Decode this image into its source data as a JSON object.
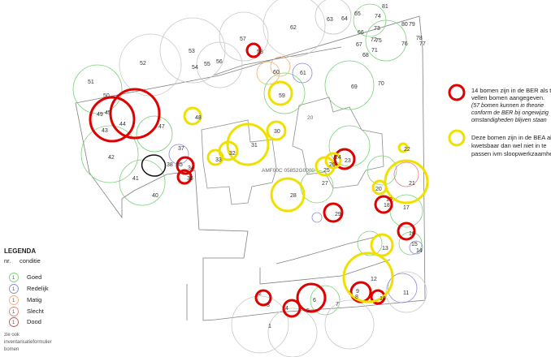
{
  "colors": {
    "good": "#7bd17b",
    "fair": "#8a8ad6",
    "moderate": "#f0b070",
    "bad": "#e08080",
    "dead": "#b06060",
    "remove": "#e00000",
    "vulnerable": "#f0e000",
    "existing": "#c8c8c8",
    "outline": "#808080"
  },
  "map": {
    "building_labels": [
      "20",
      "AMF00C  05852G0000"
    ],
    "trees": [
      {
        "id": "1"
      },
      {
        "id": "2"
      },
      {
        "id": "3"
      },
      {
        "id": "4"
      },
      {
        "id": "5"
      },
      {
        "id": "6"
      },
      {
        "id": "7"
      },
      {
        "id": "8"
      },
      {
        "id": "9"
      },
      {
        "id": "10"
      },
      {
        "id": "11"
      },
      {
        "id": "12"
      },
      {
        "id": "13"
      },
      {
        "id": "14"
      },
      {
        "id": "15"
      },
      {
        "id": "16"
      },
      {
        "id": "17"
      },
      {
        "id": "18"
      },
      {
        "id": "19"
      },
      {
        "id": "20"
      },
      {
        "id": "21"
      },
      {
        "id": "22"
      },
      {
        "id": "23"
      },
      {
        "id": "24"
      },
      {
        "id": "25"
      },
      {
        "id": "26"
      },
      {
        "id": "27"
      },
      {
        "id": "28"
      },
      {
        "id": "29"
      },
      {
        "id": "30"
      },
      {
        "id": "31"
      },
      {
        "id": "32"
      },
      {
        "id": "33"
      },
      {
        "id": "34"
      },
      {
        "id": "35"
      },
      {
        "id": "36"
      },
      {
        "id": "37"
      },
      {
        "id": "38"
      },
      {
        "id": "40"
      },
      {
        "id": "41"
      },
      {
        "id": "42"
      },
      {
        "id": "43"
      },
      {
        "id": "44"
      },
      {
        "id": "45"
      },
      {
        "id": "47"
      },
      {
        "id": "48"
      },
      {
        "id": "49"
      },
      {
        "id": "50"
      },
      {
        "id": "51"
      },
      {
        "id": "52"
      },
      {
        "id": "53"
      },
      {
        "id": "54"
      },
      {
        "id": "55"
      },
      {
        "id": "56"
      },
      {
        "id": "57"
      },
      {
        "id": "58"
      },
      {
        "id": "59"
      },
      {
        "id": "60"
      },
      {
        "id": "61"
      },
      {
        "id": "62"
      },
      {
        "id": "63"
      },
      {
        "id": "64"
      },
      {
        "id": "65"
      },
      {
        "id": "66"
      },
      {
        "id": "67"
      },
      {
        "id": "68"
      },
      {
        "id": "69"
      },
      {
        "id": "70"
      },
      {
        "id": "71"
      },
      {
        "id": "72"
      },
      {
        "id": "73"
      },
      {
        "id": "74"
      },
      {
        "id": "75"
      },
      {
        "id": "76"
      },
      {
        "id": "77"
      },
      {
        "id": "78"
      },
      {
        "id": "79"
      },
      {
        "id": "80"
      },
      {
        "id": "81"
      }
    ]
  },
  "legend": {
    "title": "LEGENDA",
    "col_nr": "nr.",
    "col_condition": "conditie",
    "entries": [
      {
        "nr": "1",
        "label": "Goed"
      },
      {
        "nr": "1",
        "label": "Redelijk"
      },
      {
        "nr": "1",
        "label": "Matig"
      },
      {
        "nr": "1",
        "label": "Slecht"
      },
      {
        "nr": "1",
        "label": "Dood"
      }
    ],
    "footnote": [
      "zie ook",
      "inventarisatieformulier",
      "bomen"
    ]
  },
  "notes": {
    "red": {
      "line1": "14 bomen zijn in de BER als te",
      "line2": "vellen bomen aangegeven.",
      "line3": "(57 bomen kunnen in theorie",
      "line4": "conform de BER bij ongewijzig",
      "line5": "omstandigheden blijven staan"
    },
    "yellow": {
      "line1": "Deze bomen zijn in de BEA als",
      "line2": "kwetsbaar dan wel niet in te",
      "line3": "passen ivm sloopwerkzaamhe"
    }
  }
}
